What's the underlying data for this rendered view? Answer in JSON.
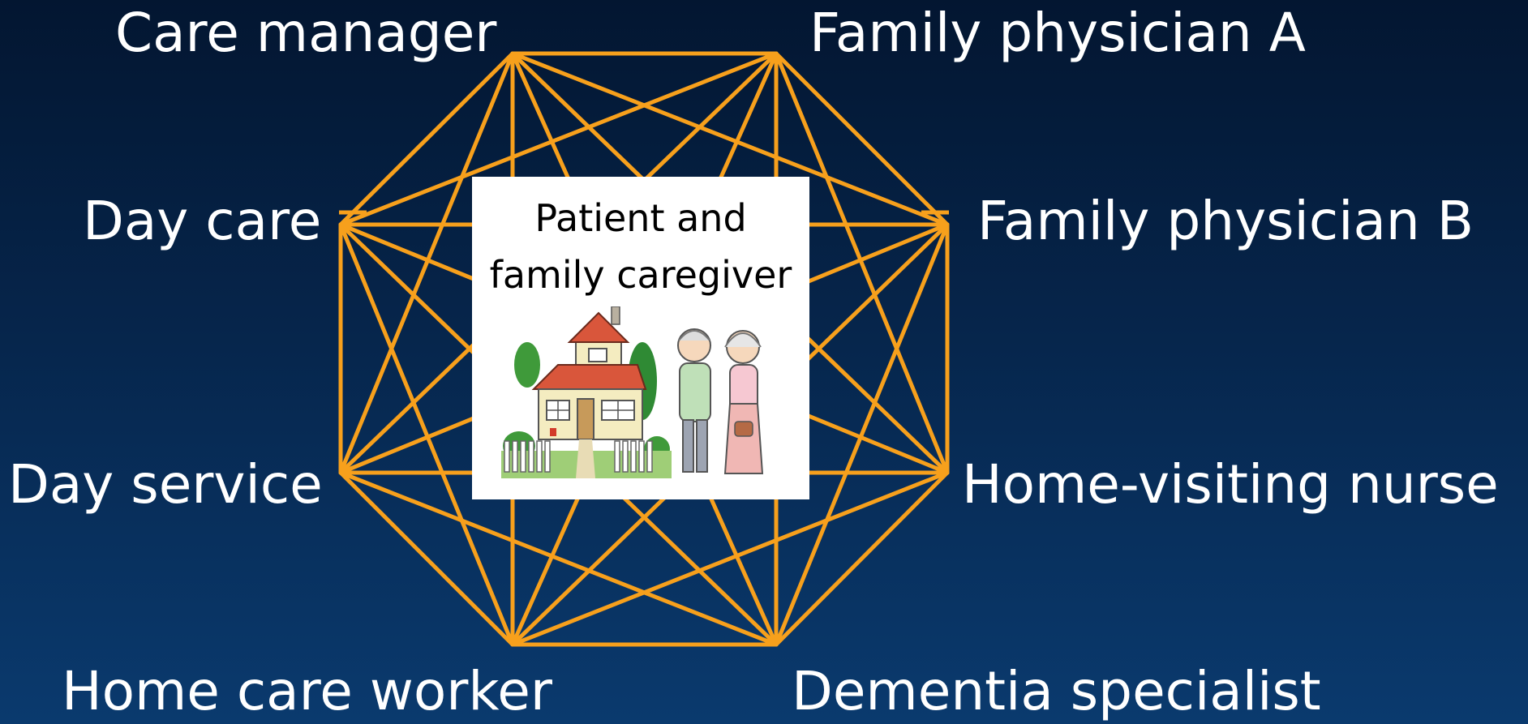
{
  "diagram": {
    "roles": [
      {
        "id": "care-manager",
        "label": "Care manager"
      },
      {
        "id": "family-physician-a",
        "label": "Family physician A"
      },
      {
        "id": "family-physician-b",
        "label": "Family physician B"
      },
      {
        "id": "home-visiting-nurse",
        "label": "Home-visiting nurse"
      },
      {
        "id": "dementia-specialist",
        "label": "Dementia specialist"
      },
      {
        "id": "home-care-worker",
        "label": "Home care worker"
      },
      {
        "id": "day-service",
        "label": "Day service"
      },
      {
        "id": "day-care",
        "label": "Day care"
      }
    ],
    "center": {
      "line1": "Patient and",
      "line2": "family caregiver"
    },
    "colors": {
      "background_top": "#031631",
      "background_bottom": "#0a3a6e",
      "connector": "#f7a01c",
      "label_text": "#ffffff",
      "center_box": "#ffffff"
    },
    "connections": "all-to-all",
    "icons": [
      "house-icon",
      "elderly-couple-icon"
    ]
  }
}
